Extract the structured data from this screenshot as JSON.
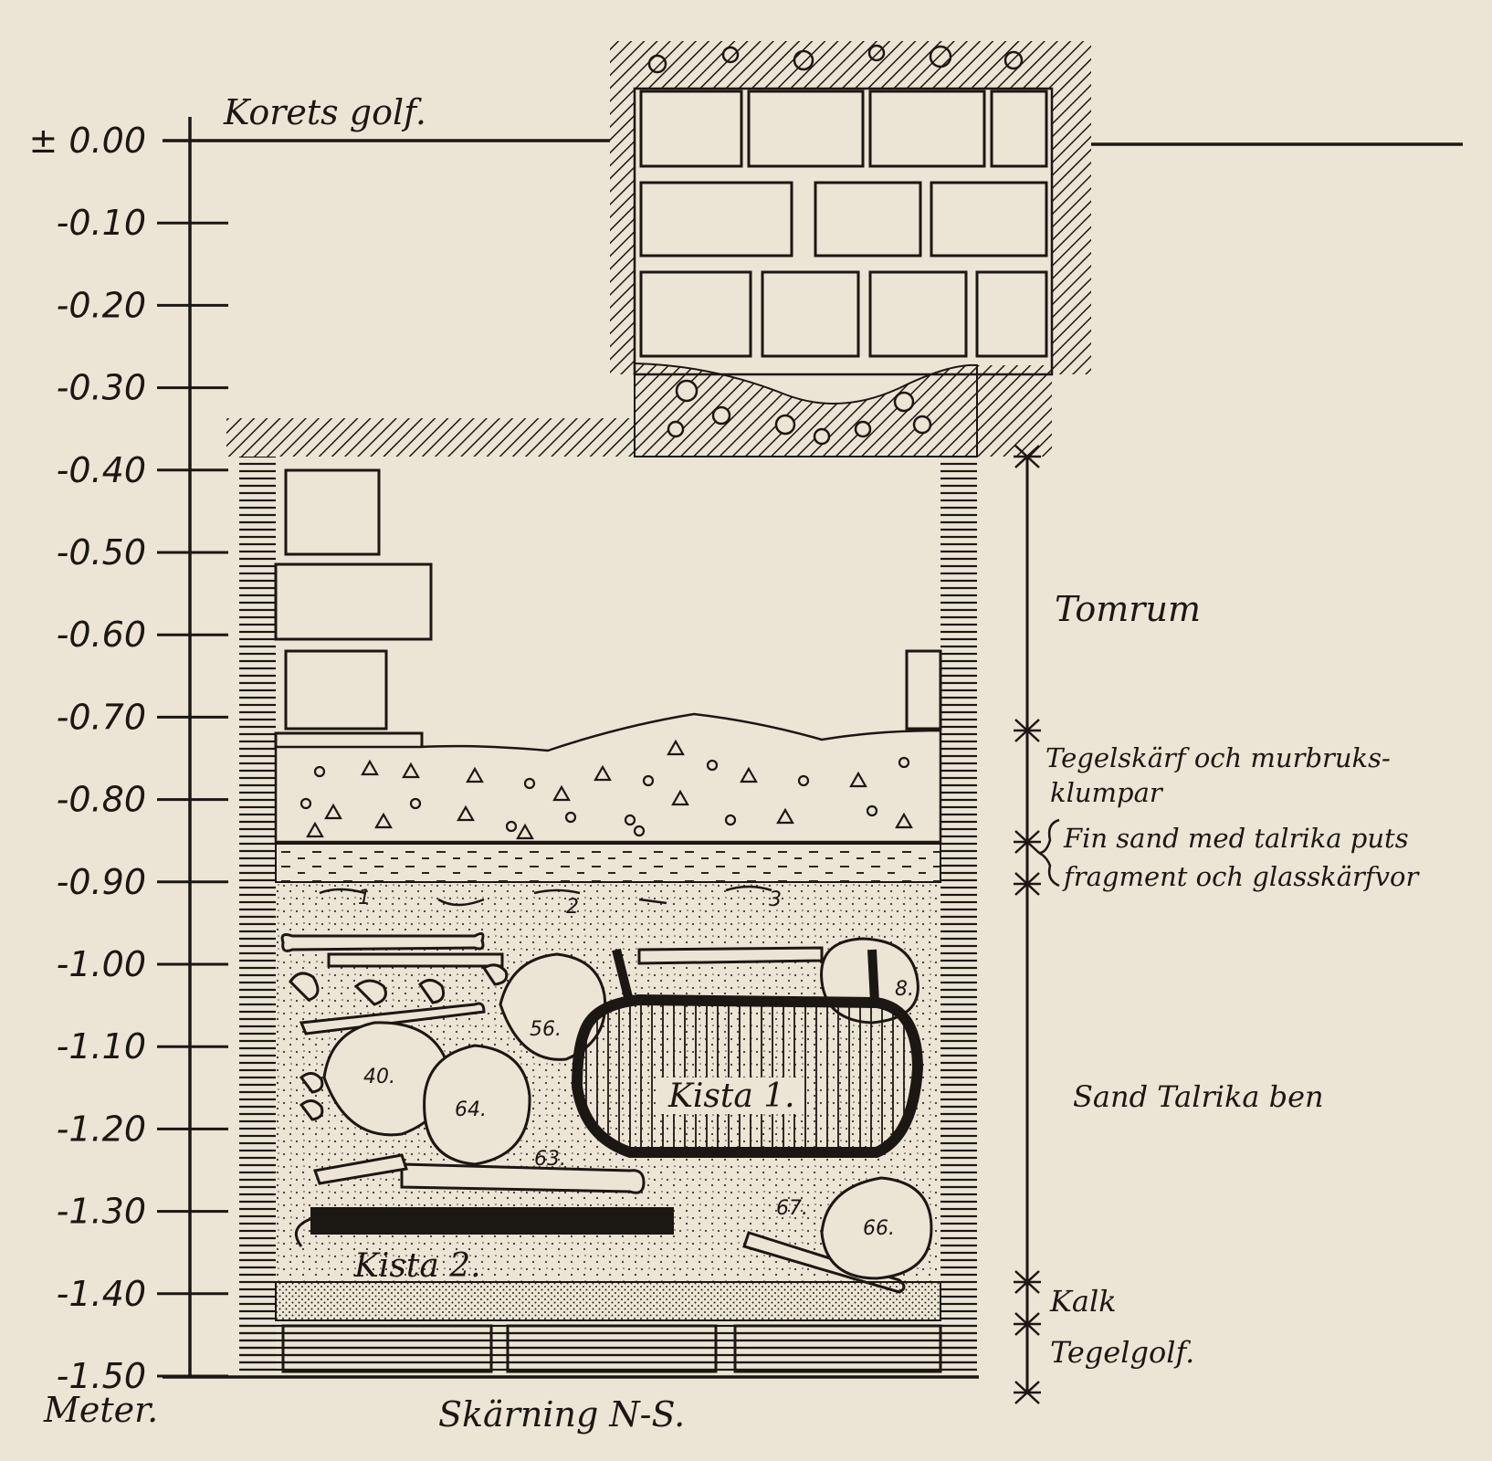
{
  "scale": {
    "unit_label": "Meter.",
    "ticks": [
      "± 0.00",
      "-0.10",
      "-0.20",
      "-0.30",
      "-0.40",
      "-0.50",
      "-0.60",
      "-0.70",
      "-0.80",
      "-0.90",
      "-1.00",
      "-1.10",
      "-1.20",
      "-1.30",
      "-1.40",
      "-1.50"
    ]
  },
  "labels": {
    "floor": "Korets golf.",
    "section": "Skärning N-S."
  },
  "layers": [
    {
      "text": "Tomrum"
    },
    {
      "text": "Tegelskärf och murbruks-"
    },
    {
      "text": "klumpar"
    },
    {
      "text": "Fin sand med talrika puts"
    },
    {
      "text": "fragment och glasskärfvor"
    },
    {
      "text": "Sand Talrika ben"
    },
    {
      "text": "Kalk"
    },
    {
      "text": "Tegelgolf."
    }
  ],
  "finds": {
    "coffin1": "Kista 1.",
    "coffin2": "Kista 2.",
    "skull_numbers": [
      "56.",
      "40.",
      "64.",
      "66.",
      "8.",
      "63.",
      "67."
    ],
    "small_numbers": [
      "1",
      "2",
      "3"
    ]
  }
}
